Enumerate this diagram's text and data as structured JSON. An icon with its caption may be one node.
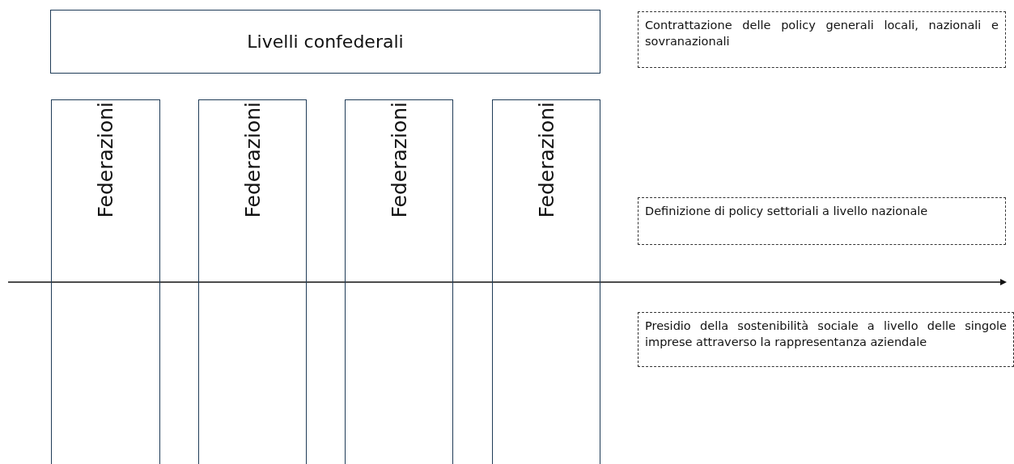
{
  "diagram": {
    "nodes": [
      {
        "text": [
          "Livelli confederali"
        ]
      },
      {
        "text": [
          "Federazioni"
        ]
      },
      {
        "text": [
          "Federazioni"
        ]
      },
      {
        "text": [
          "Federazioni"
        ]
      },
      {
        "text": [
          "Federazioni"
        ]
      },
      {
        "text": [
          "Contrattazione delle policy generali locali, nazionali e sovranazionali"
        ]
      },
      {
        "text": [
          "Definizione di policy settoriali a livello nazionale"
        ]
      },
      {
        "text": [
          "Presidio della sostenibilità sociale a livello delle singole imprese attraverso la rappresentanza aziendale"
        ]
      }
    ]
  }
}
